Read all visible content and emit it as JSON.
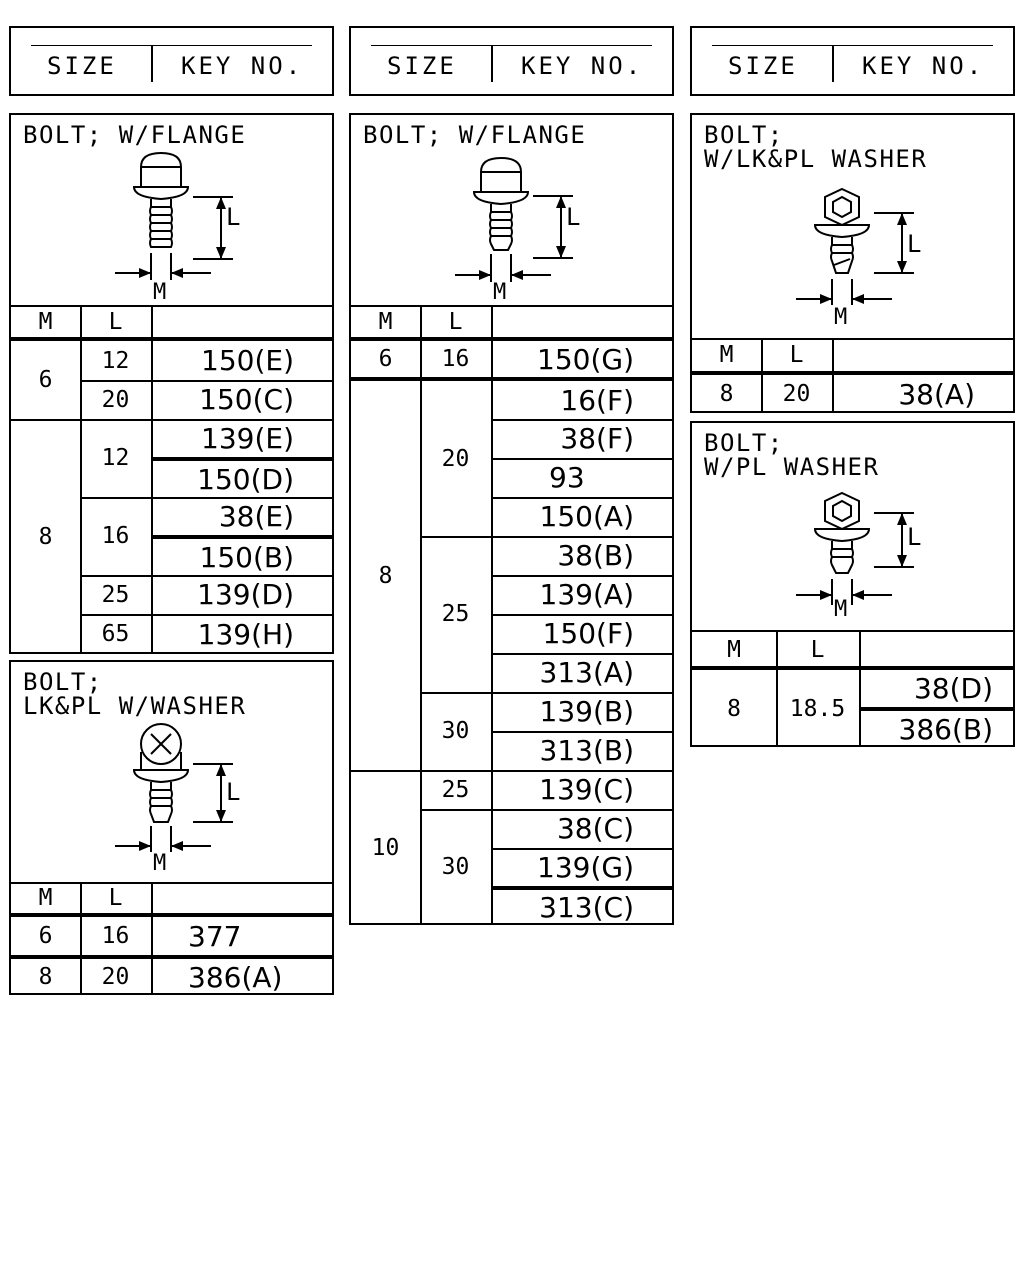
{
  "headers": [
    {
      "size": "SIZE",
      "key": "KEY NO."
    },
    {
      "size": "SIZE",
      "key": "KEY NO."
    },
    {
      "size": "SIZE",
      "key": "KEY NO."
    }
  ],
  "labels": {
    "m": "M",
    "l": "L"
  },
  "panels": {
    "flange_left": {
      "title": "BOLT; W/FLANGE",
      "rows": [
        {
          "m": "6",
          "l": "12",
          "key": "150(E)"
        },
        {
          "m": "6",
          "l": "20",
          "key": "150(C)"
        },
        {
          "m": "8",
          "l": "12",
          "key": "139(E)"
        },
        {
          "m": "8",
          "l": "12",
          "key": "150(D)"
        },
        {
          "m": "8",
          "l": "16",
          "key": "38(E)"
        },
        {
          "m": "8",
          "l": "16",
          "key": "150(B)"
        },
        {
          "m": "8",
          "l": "25",
          "key": "139(D)"
        },
        {
          "m": "8",
          "l": "65",
          "key": "139(H)"
        }
      ]
    },
    "lkpl_washer": {
      "title": "BOLT;\nLK&PL W/WASHER",
      "rows": [
        {
          "m": "6",
          "l": "16",
          "key": "377"
        },
        {
          "m": "8",
          "l": "20",
          "key": "386(A)"
        }
      ]
    },
    "flange_mid": {
      "title": "BOLT; W/FLANGE",
      "rows": [
        {
          "m": "6",
          "l": "16",
          "key": "150(G)"
        },
        {
          "m": "8",
          "l": "20",
          "key": "16(F)"
        },
        {
          "m": "8",
          "l": "20",
          "key": "38(F)"
        },
        {
          "m": "8",
          "l": "20",
          "key": "93"
        },
        {
          "m": "8",
          "l": "20",
          "key": "150(A)"
        },
        {
          "m": "8",
          "l": "25",
          "key": "38(B)"
        },
        {
          "m": "8",
          "l": "25",
          "key": "139(A)"
        },
        {
          "m": "8",
          "l": "25",
          "key": "150(F)"
        },
        {
          "m": "8",
          "l": "25",
          "key": "313(A)"
        },
        {
          "m": "8",
          "l": "30",
          "key": "139(B)"
        },
        {
          "m": "8",
          "l": "30",
          "key": "313(B)"
        },
        {
          "m": "10",
          "l": "25",
          "key": "139(C)"
        },
        {
          "m": "10",
          "l": "30",
          "key": "38(C)"
        },
        {
          "m": "10",
          "l": "30",
          "key": "139(G)"
        },
        {
          "m": "10",
          "l": "30",
          "key": "313(C)"
        }
      ]
    },
    "lkpl_plain": {
      "title": "BOLT;\nW/LK&PL WASHER",
      "rows": [
        {
          "m": "8",
          "l": "20",
          "key": "38(A)"
        }
      ]
    },
    "pl_washer": {
      "title": "BOLT;\nW/PL WASHER",
      "rows": [
        {
          "m": "8",
          "l": "18.5",
          "key": "38(D)"
        },
        {
          "m": "8",
          "l": "18.5",
          "key": "386(B)"
        }
      ]
    }
  }
}
